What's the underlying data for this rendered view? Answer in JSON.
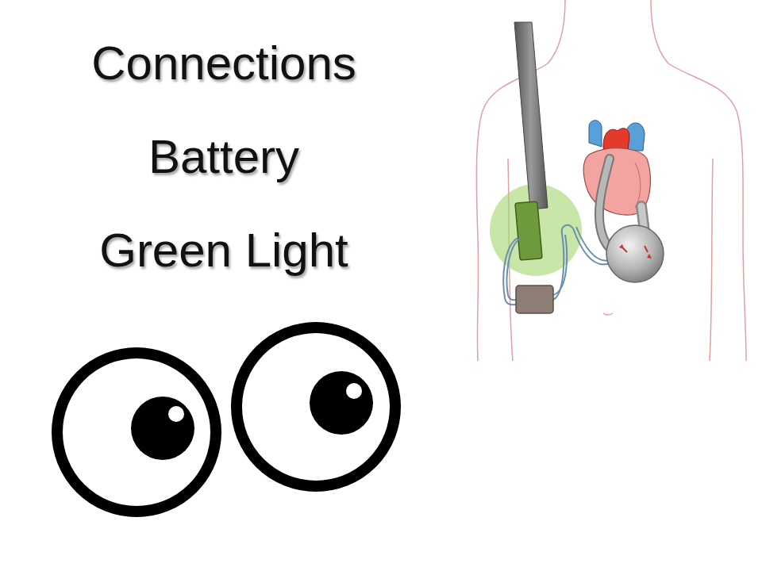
{
  "diagram": {
    "labels": [
      "Connections",
      "Battery",
      "Green Light"
    ]
  }
}
